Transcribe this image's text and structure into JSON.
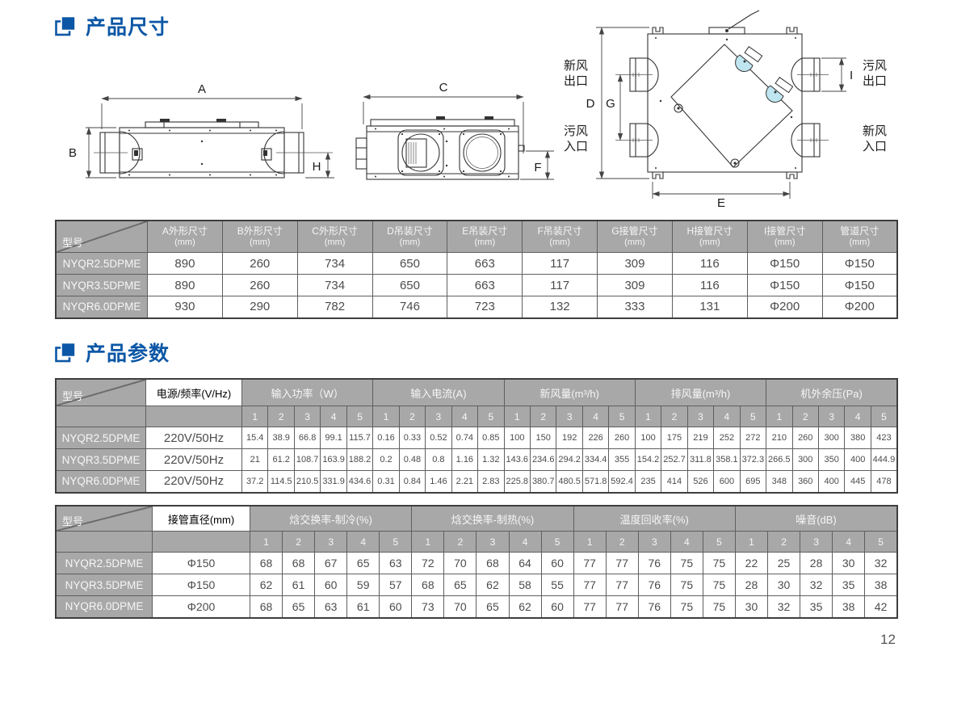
{
  "page": {
    "number": "12"
  },
  "sections": {
    "dimensions": {
      "title": "产品尺寸"
    },
    "parameters": {
      "title": "产品参数"
    }
  },
  "drawings": {
    "side_view": {
      "dim_a": "A",
      "dim_b": "B",
      "dim_h": "H"
    },
    "front_view": {
      "dim_c": "C",
      "dim_f": "F"
    },
    "top_view": {
      "dim_d": "D",
      "dim_g": "G",
      "dim_e": "E",
      "dim_i": "I",
      "port_labels": {
        "fresh_air_outlet": [
          "新风",
          "出口"
        ],
        "dirty_air_inlet": [
          "污风",
          "入口"
        ],
        "dirty_air_outlet": [
          "污风",
          "出口"
        ],
        "fresh_air_inlet": [
          "新风",
          "入口"
        ]
      }
    }
  },
  "dimension_table": {
    "model_header": "型号",
    "columns": [
      {
        "name": "A外形尺寸",
        "unit": "(mm)"
      },
      {
        "name": "B外形尺寸",
        "unit": "(mm)"
      },
      {
        "name": "C外形尺寸",
        "unit": "(mm)"
      },
      {
        "name": "D吊装尺寸",
        "unit": "(mm)"
      },
      {
        "name": "E吊装尺寸",
        "unit": "(mm)"
      },
      {
        "name": "F吊装尺寸",
        "unit": "(mm)"
      },
      {
        "name": "G接管尺寸",
        "unit": "(mm)"
      },
      {
        "name": "H接管尺寸",
        "unit": "(mm)"
      },
      {
        "name": "I接管尺寸",
        "unit": "(mm)"
      },
      {
        "name": "管道尺寸",
        "unit": "(mm)"
      }
    ],
    "rows": [
      {
        "model": "NYQR2.5DPME",
        "values": [
          "890",
          "260",
          "734",
          "650",
          "663",
          "117",
          "309",
          "116",
          "Φ150",
          "Φ150"
        ]
      },
      {
        "model": "NYQR3.5DPME",
        "values": [
          "890",
          "260",
          "734",
          "650",
          "663",
          "117",
          "309",
          "116",
          "Φ150",
          "Φ150"
        ]
      },
      {
        "model": "NYQR6.0DPME",
        "values": [
          "930",
          "290",
          "782",
          "746",
          "723",
          "132",
          "333",
          "131",
          "Φ200",
          "Φ200"
        ]
      }
    ]
  },
  "performance_table": {
    "model_header": "型号",
    "power_header": "电源/频率(V/Hz)",
    "groups": [
      "输入功率（W）",
      "输入电流(A)",
      "新风量(m³/h)",
      "排风量(m³/h)",
      "机外余压(Pa)"
    ],
    "sub_columns": [
      "1",
      "2",
      "3",
      "4",
      "5"
    ],
    "rows": [
      {
        "model": "NYQR2.5DPME",
        "power": "220V/50Hz",
        "values": [
          "15.4",
          "38.9",
          "66.8",
          "99.1",
          "115.7",
          "0.16",
          "0.33",
          "0.52",
          "0.74",
          "0.85",
          "100",
          "150",
          "192",
          "226",
          "260",
          "100",
          "175",
          "219",
          "252",
          "272",
          "210",
          "260",
          "300",
          "380",
          "423"
        ]
      },
      {
        "model": "NYQR3.5DPME",
        "power": "220V/50Hz",
        "values": [
          "21",
          "61.2",
          "108.7",
          "163.9",
          "188.2",
          "0.2",
          "0.48",
          "0.8",
          "1.16",
          "1.32",
          "143.6",
          "234.6",
          "294.2",
          "334.4",
          "355",
          "154.2",
          "252.7",
          "311.8",
          "358.1",
          "372.3",
          "266.5",
          "300",
          "350",
          "400",
          "444.9"
        ]
      },
      {
        "model": "NYQR6.0DPME",
        "power": "220V/50Hz",
        "values": [
          "37.2",
          "114.5",
          "210.5",
          "331.9",
          "434.6",
          "0.31",
          "0.84",
          "1.46",
          "2.21",
          "2.83",
          "225.8",
          "380.7",
          "480.5",
          "571.8",
          "592.4",
          "235",
          "414",
          "526",
          "600",
          "695",
          "348",
          "360",
          "400",
          "445",
          "478"
        ]
      }
    ]
  },
  "exchange_table": {
    "model_header": "型号",
    "pipe_header": "接管直径(mm)",
    "groups": [
      "焓交换率-制冷(%)",
      "焓交换率-制热(%)",
      "温度回收率(%)",
      "噪音(dB)"
    ],
    "sub_columns": [
      "1",
      "2",
      "3",
      "4",
      "5"
    ],
    "rows": [
      {
        "model": "NYQR2.5DPME",
        "pipe": "Φ150",
        "values": [
          "68",
          "68",
          "67",
          "65",
          "63",
          "72",
          "70",
          "68",
          "64",
          "60",
          "77",
          "77",
          "76",
          "75",
          "75",
          "22",
          "25",
          "28",
          "30",
          "32"
        ]
      },
      {
        "model": "NYQR3.5DPME",
        "pipe": "Φ150",
        "values": [
          "62",
          "61",
          "60",
          "59",
          "57",
          "68",
          "65",
          "62",
          "58",
          "55",
          "77",
          "77",
          "76",
          "75",
          "75",
          "28",
          "30",
          "32",
          "35",
          "38"
        ]
      },
      {
        "model": "NYQR6.0DPME",
        "pipe": "Φ200",
        "values": [
          "68",
          "65",
          "63",
          "61",
          "60",
          "73",
          "70",
          "65",
          "62",
          "60",
          "77",
          "77",
          "76",
          "75",
          "75",
          "30",
          "32",
          "35",
          "38",
          "42"
        ]
      }
    ]
  },
  "colors": {
    "accent": "#0b57a6",
    "table_header_bg": "#a8a8a8",
    "highlight_cyan": "#bfe6f0"
  }
}
